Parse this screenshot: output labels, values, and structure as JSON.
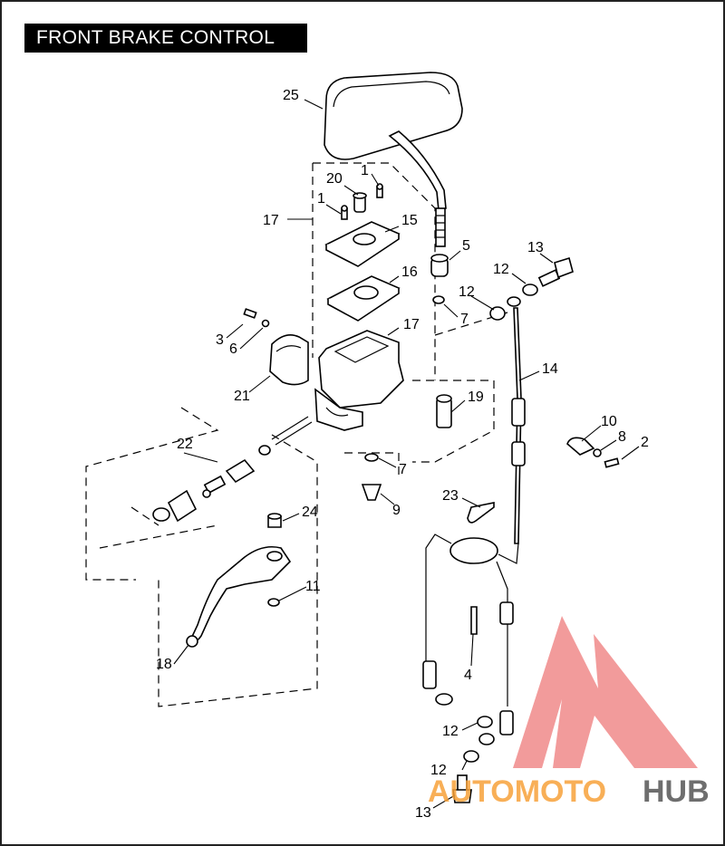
{
  "title": "FRONT BRAKE CONTROL",
  "callouts": [
    "25",
    "20",
    "1",
    "1",
    "17",
    "15",
    "5",
    "13",
    "12",
    "16",
    "12",
    "7",
    "3",
    "6",
    "17",
    "14",
    "21",
    "19",
    "10",
    "8",
    "2",
    "22",
    "7",
    "23",
    "24",
    "9",
    "11",
    "4",
    "18",
    "12",
    "12",
    "13"
  ],
  "watermark": {
    "part1": "AUTOMOTO",
    "part2": "HUB",
    "colors": {
      "triangle": "#f08a8a",
      "text_orange": "#f7a23a",
      "text_gray": "#555555"
    }
  }
}
